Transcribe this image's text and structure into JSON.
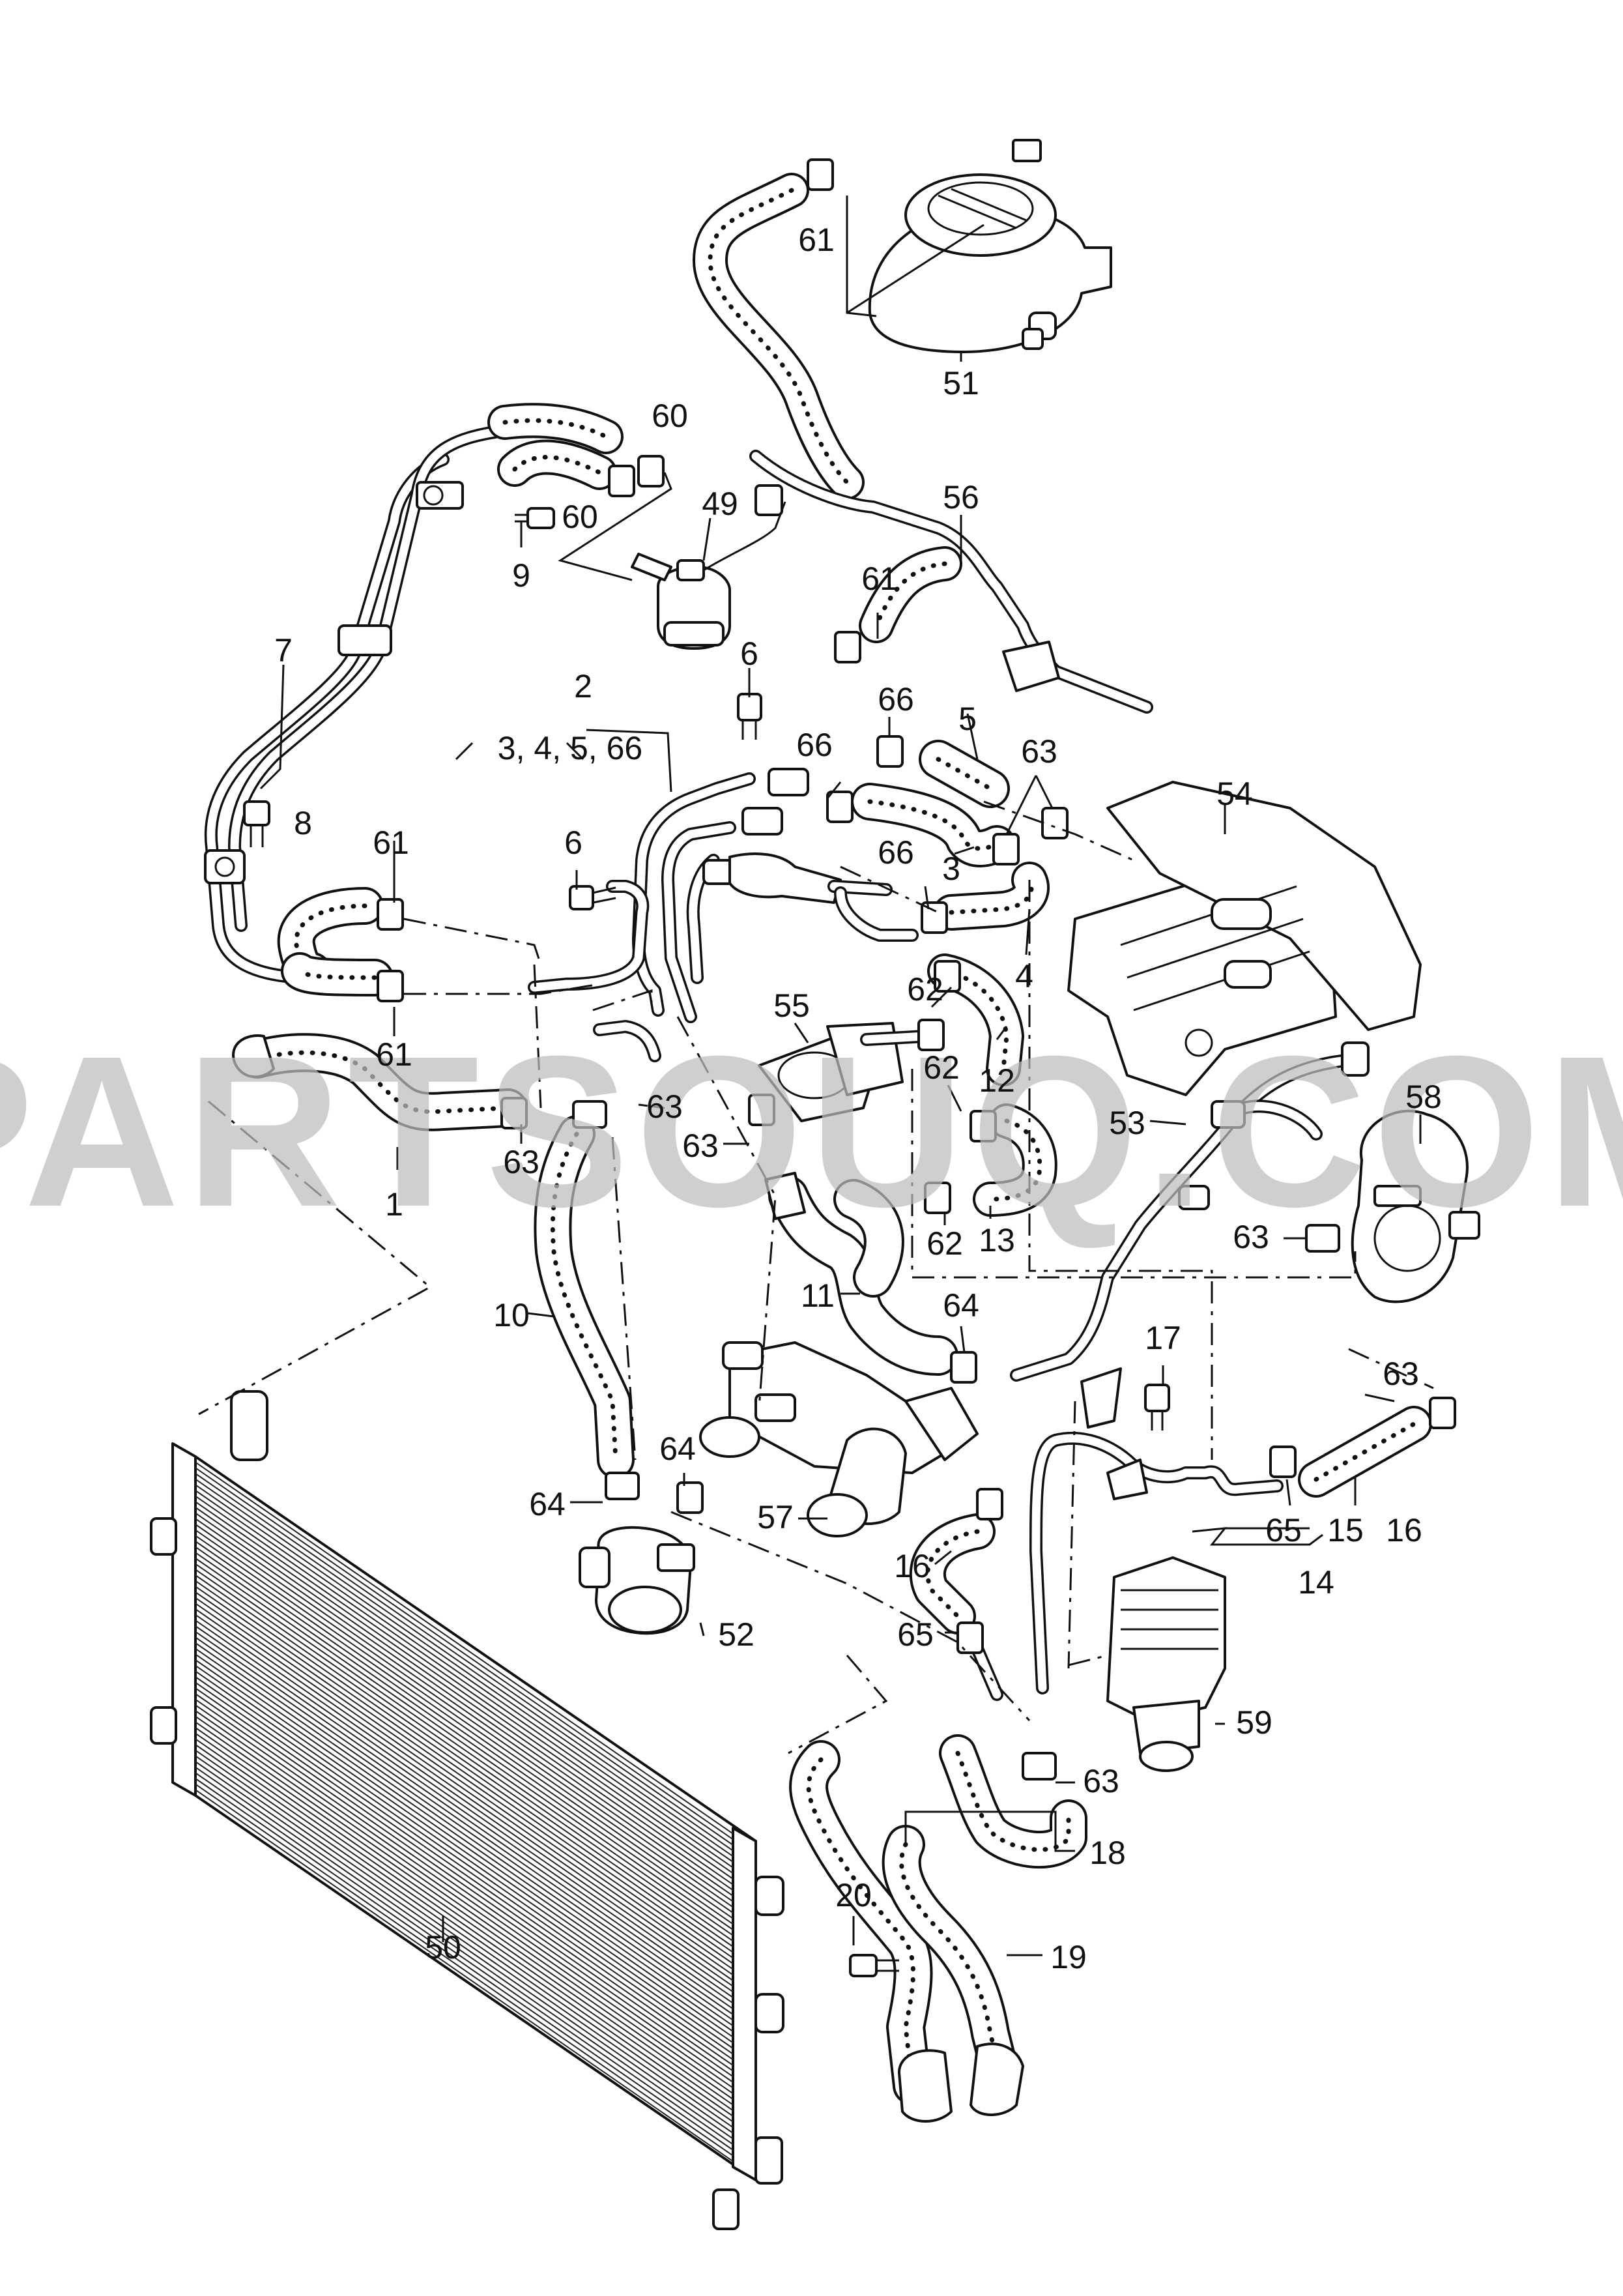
{
  "watermark": "PARTSOUQ.COM",
  "callouts": [
    {
      "id": "c61a",
      "text": "61"
    },
    {
      "id": "c51",
      "text": "51"
    },
    {
      "id": "c60a",
      "text": "60"
    },
    {
      "id": "c60b",
      "text": "60"
    },
    {
      "id": "c49",
      "text": "49"
    },
    {
      "id": "c9",
      "text": "9"
    },
    {
      "id": "c56",
      "text": "56"
    },
    {
      "id": "c61b",
      "text": "61"
    },
    {
      "id": "c6a",
      "text": "6"
    },
    {
      "id": "c7",
      "text": "7"
    },
    {
      "id": "c2",
      "text": "2"
    },
    {
      "id": "c2sub",
      "text": "3, 4, 5, 66"
    },
    {
      "id": "c66a",
      "text": "66"
    },
    {
      "id": "c66b",
      "text": "66"
    },
    {
      "id": "c5",
      "text": "5"
    },
    {
      "id": "c63a",
      "text": "63"
    },
    {
      "id": "c54",
      "text": "54"
    },
    {
      "id": "c8",
      "text": "8"
    },
    {
      "id": "c61c",
      "text": "61"
    },
    {
      "id": "c6b",
      "text": "6"
    },
    {
      "id": "c66c",
      "text": "66"
    },
    {
      "id": "c3",
      "text": "3"
    },
    {
      "id": "c4",
      "text": "4"
    },
    {
      "id": "c61d",
      "text": "61"
    },
    {
      "id": "c55",
      "text": "55"
    },
    {
      "id": "c62a",
      "text": "62"
    },
    {
      "id": "c12",
      "text": "12"
    },
    {
      "id": "c62b",
      "text": "62"
    },
    {
      "id": "c63b",
      "text": "63"
    },
    {
      "id": "c1",
      "text": "1"
    },
    {
      "id": "c63c",
      "text": "63"
    },
    {
      "id": "c63d",
      "text": "63"
    },
    {
      "id": "c53",
      "text": "53"
    },
    {
      "id": "c58",
      "text": "58"
    },
    {
      "id": "c62c",
      "text": "62"
    },
    {
      "id": "c13",
      "text": "13"
    },
    {
      "id": "c63e",
      "text": "63"
    },
    {
      "id": "c10",
      "text": "10"
    },
    {
      "id": "c11",
      "text": "11"
    },
    {
      "id": "c64a",
      "text": "64"
    },
    {
      "id": "c17",
      "text": "17"
    },
    {
      "id": "c63f",
      "text": "63"
    },
    {
      "id": "c64b",
      "text": "64"
    },
    {
      "id": "c64c",
      "text": "64"
    },
    {
      "id": "c57",
      "text": "57"
    },
    {
      "id": "c65a",
      "text": "65"
    },
    {
      "id": "c15",
      "text": "15"
    },
    {
      "id": "c16a",
      "text": "16"
    },
    {
      "id": "c16b",
      "text": "16"
    },
    {
      "id": "c14",
      "text": "14"
    },
    {
      "id": "c52",
      "text": "52"
    },
    {
      "id": "c65b",
      "text": "65"
    },
    {
      "id": "c59",
      "text": "59"
    },
    {
      "id": "c63g",
      "text": "63"
    },
    {
      "id": "c18",
      "text": "18"
    },
    {
      "id": "c19",
      "text": "19"
    },
    {
      "id": "c20",
      "text": "20"
    },
    {
      "id": "c50",
      "text": "50"
    }
  ]
}
